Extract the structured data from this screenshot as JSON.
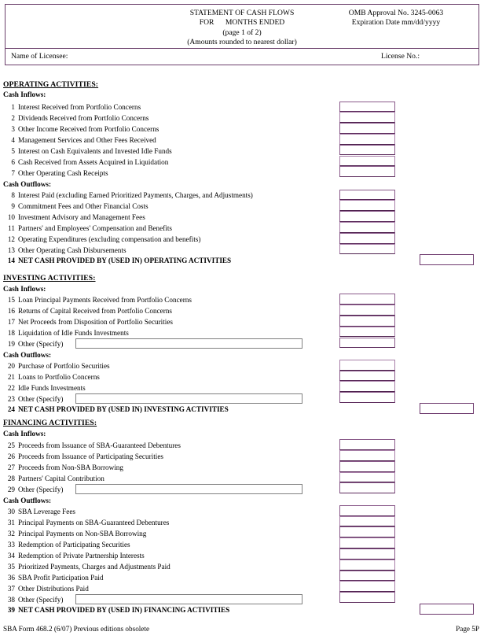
{
  "header": {
    "title_line1": "STATEMENT OF CASH FLOWS",
    "title_line2_prefix": "FOR",
    "title_line2_suffix": "MONTHS ENDED",
    "title_line2": "FOR      MONTHS ENDED",
    "page_of": "(page 1 of 2)",
    "rounding_note": "(Amounts rounded to nearest dollar)",
    "omb_approval": "OMB Approval No. 3245-0063",
    "expiration": "Expiration Date  mm/dd/yyyy",
    "name_of_licensee_label": "Name of Licensee:",
    "license_no_label": "License No.:"
  },
  "sections": [
    {
      "heading": "OPERATING ACTIVITIES:",
      "inflows_label": "Cash Inflows:",
      "outflows_label": "Cash Outflows:",
      "inflows": [
        {
          "num": "1",
          "label": "Interest Received from Portfolio Concerns"
        },
        {
          "num": "2",
          "label": "Dividends Received from Portfolio Concerns"
        },
        {
          "num": "3",
          "label": "Other Income Received from Portfolio Concerns"
        },
        {
          "num": "4",
          "label": "Management Services and Other Fees Received"
        },
        {
          "num": "5",
          "label": "Interest on Cash Equivalents and Invested Idle Funds"
        },
        {
          "num": "6",
          "label": "Cash Received from Assets Acquired in Liquidation"
        },
        {
          "num": "7",
          "label": "Other Operating Cash Receipts"
        }
      ],
      "outflows": [
        {
          "num": "8",
          "label": "Interest Paid (excluding Earned Prioritized Payments, Charges, and Adjustments)"
        },
        {
          "num": "9",
          "label": "Commitment Fees and Other Financial Costs"
        },
        {
          "num": "10",
          "label": "Investment Advisory and Management Fees"
        },
        {
          "num": "11",
          "label": "Partners' and Employees' Compensation and Benefits"
        },
        {
          "num": "12",
          "label": "Operating Expenditures (excluding compensation and benefits)"
        },
        {
          "num": "13",
          "label": "Other Operating Cash Disbursements"
        }
      ],
      "total": {
        "num": "14",
        "label": "NET CASH PROVIDED BY (USED IN) OPERATING ACTIVITIES"
      }
    },
    {
      "heading": "INVESTING ACTIVITIES:",
      "inflows_label": "Cash Inflows:",
      "outflows_label": "Cash Outflows:",
      "inflows": [
        {
          "num": "15",
          "label": "Loan Principal Payments Received from Portfolio Concerns"
        },
        {
          "num": "16",
          "label": "Returns of Capital Received from Portfolio Concerns"
        },
        {
          "num": "17",
          "label": "Net Proceeds from Disposition of Portfolio Securities"
        },
        {
          "num": "18",
          "label": "Liquidation of Idle Funds Investments"
        },
        {
          "num": "19",
          "label": "Other (Specify)",
          "specify": true,
          "specify_value": ""
        }
      ],
      "outflows": [
        {
          "num": "20",
          "label": "Purchase of Portfolio Securities"
        },
        {
          "num": "21",
          "label": "Loans to Portfolio Concerns"
        },
        {
          "num": "22",
          "label": "Idle Funds Investments"
        },
        {
          "num": "23",
          "label": "Other (Specify)",
          "specify": true,
          "specify_value": ""
        }
      ],
      "total": {
        "num": "24",
        "label": "NET CASH PROVIDED BY (USED IN) INVESTING ACTIVITIES"
      }
    },
    {
      "heading": "FINANCING ACTIVITIES:",
      "inflows_label": "Cash Inflows:",
      "outflows_label": "Cash Outflows:",
      "inflows": [
        {
          "num": "25",
          "label": "Proceeds from Issuance of SBA-Guaranteed Debentures"
        },
        {
          "num": "26",
          "label": "Proceeds from Issuance of Participating Securities"
        },
        {
          "num": "27",
          "label": "Proceeds from Non-SBA Borrowing"
        },
        {
          "num": "28",
          "label": "Partners' Capital Contribution"
        },
        {
          "num": "29",
          "label": "Other (Specify)",
          "specify": true,
          "specify_value": ""
        }
      ],
      "outflows": [
        {
          "num": "30",
          "label": "SBA Leverage Fees"
        },
        {
          "num": "31",
          "label": "Principal Payments on SBA-Guaranteed Debentures"
        },
        {
          "num": "32",
          "label": "Principal Payments on Non-SBA Borrowing"
        },
        {
          "num": "33",
          "label": "Redemption of Participating Securities"
        },
        {
          "num": "34",
          "label": "Redemption of Private Partnership Interests"
        },
        {
          "num": "35",
          "label": "Prioritized Payments, Charges and Adjustments Paid"
        },
        {
          "num": "36",
          "label": "SBA Profit Participation Paid"
        },
        {
          "num": "37",
          "label": "Other Distributions Paid"
        },
        {
          "num": "38",
          "label": "Other (Specify)",
          "specify": true,
          "specify_value": ""
        }
      ],
      "total": {
        "num": "39",
        "label": "NET CASH PROVIDED BY (USED IN) FINANCING ACTIVITIES"
      }
    }
  ],
  "footer": {
    "left": "SBA Form 468.2 (6/07)  Previous editions obsolete",
    "right": "Page 5P"
  },
  "colors": {
    "border_purple": "#6b3f6b",
    "amount_border": "#8a5a8a",
    "specify_border": "#808080",
    "text": "#000000"
  }
}
